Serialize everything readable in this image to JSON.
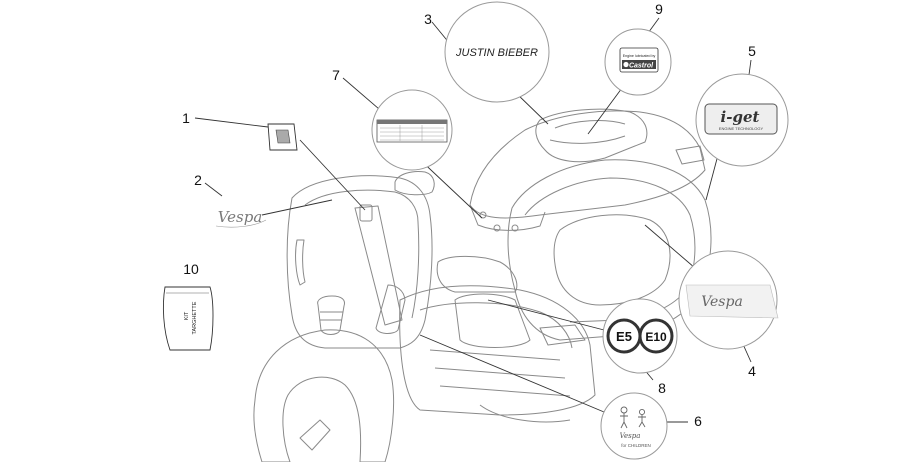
{
  "callouts": [
    {
      "id": "1",
      "text": "1"
    },
    {
      "id": "2",
      "text": "2"
    },
    {
      "id": "3",
      "text": "3"
    },
    {
      "id": "4",
      "text": "4"
    },
    {
      "id": "5",
      "text": "5"
    },
    {
      "id": "6",
      "text": "6"
    },
    {
      "id": "7",
      "text": "7"
    },
    {
      "id": "8",
      "text": "8"
    },
    {
      "id": "9",
      "text": "9"
    },
    {
      "id": "10",
      "text": "10"
    }
  ],
  "parts": {
    "signature": "JUSTIN BIEBER",
    "engine_label_line": "Engine lubricated by",
    "engine_label_brand": "Castrol",
    "brand_script": "Vespa",
    "iget_logo": "i-get",
    "iget_subtext": "ENGINE TECHNOLOGY",
    "emission_e5": "E5",
    "emission_e10": "E10",
    "kit_line1": "KIT",
    "kit_line2": "TARGHETTE",
    "kids_text": "for CHILDREN"
  }
}
